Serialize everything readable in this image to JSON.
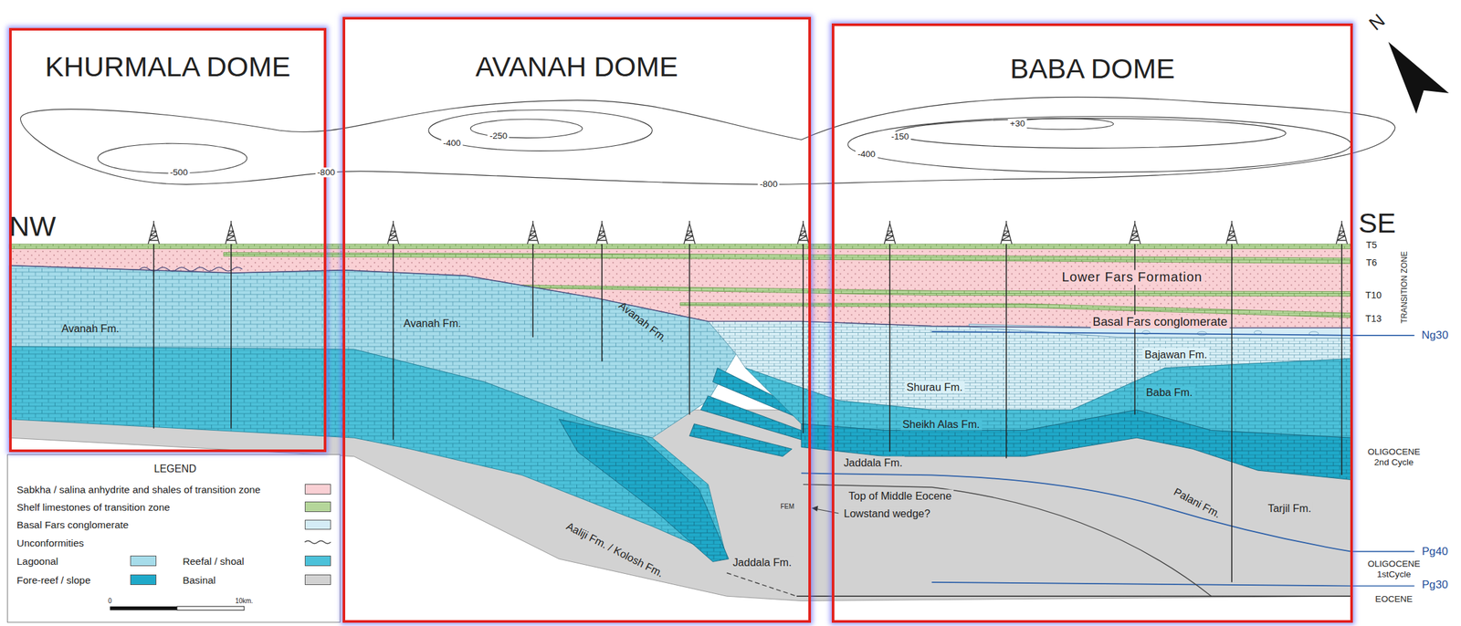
{
  "diagram": {
    "nodes": [
      {
        "text": [
          "KHURMALA DOME"
        ]
      },
      {
        "text": [
          "AVANAH DOME"
        ]
      },
      {
        "text": [
          "BABA DOME"
        ]
      }
    ],
    "labels": [
      "NW",
      "SE",
      "N",
      "-500",
      "-800",
      "-400",
      "-250",
      "-800",
      "-400",
      "-150",
      "+30",
      "T5",
      "T6",
      "T10",
      "T13",
      "TRANSITION ZONE",
      "Ng30",
      "Lower Fars Formation",
      "Basal Fars conglomerate",
      "Avanah Fm.",
      "Avanah Fm.",
      "Avanah Fm.",
      "Bajawan Fm.",
      "Shurau Fm.",
      "Baba Fm.",
      "Sheikh Alas Fm.",
      "Jaddala Fm.",
      "Top of Middle Eocene",
      "FEM",
      "Lowstand wedge?",
      "Aaliji Fm. / Kolosh Fm.",
      "Jaddala Fm.",
      "Palani Fm.",
      "Tarjil Fm.",
      "OLIGOCENE 2nd Cycle",
      "Pg40",
      "OLIGOCENE 1stCycle",
      "Pg30",
      "EOCENE",
      "LEGEND",
      "0",
      "10km."
    ],
    "legend": [
      {
        "text": "Sabkha / salina anhydrite and shales of transition zone",
        "color": "#f9d0d4"
      },
      {
        "text": "Shelf limestones of transition zone",
        "color": "#b5d69a"
      },
      {
        "text": "Basal Fars conglomerate",
        "color": "#d4ecf6"
      },
      {
        "text": "Unconformities"
      },
      {
        "text": "Lagoonal",
        "color": "#a6dcea"
      },
      {
        "text": "Reefal / shoal",
        "color": "#4cc1d9"
      },
      {
        "text": "Fore-reef / slope",
        "color": "#1fa9c9"
      },
      {
        "text": "Basinal",
        "color": "#d2d2d2"
      }
    ]
  }
}
